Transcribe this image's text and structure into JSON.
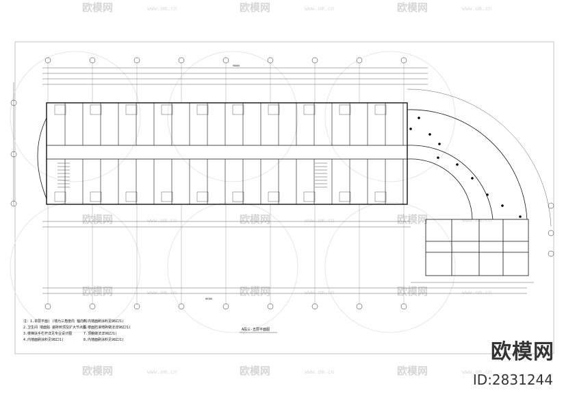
{
  "drawing": {
    "title": "A段三-五层平面图",
    "top_overall_dim": "98800",
    "bottom_overall_dim": "86300",
    "notes": [
      "注：1.本层平面( )墙为三角度向  轴向的",
      "   2.卫生间 墙面贴 瓷砖到顶及扩大节点图",
      "   3.楼梯扶手栏杆详见专业设计图",
      "   4.内墙面刷涂料见98ZJ1(",
      "5.内墙面刷涂料见98ZJ1(",
      "6.楼面防滑地砖做法详98ZJ1(",
      "7.顶棚做法详98ZJ1(",
      "8.内墙面刷涂料见98ZJ1("
    ]
  },
  "watermark": {
    "brand": "欧模网",
    "url": "www.om.cn"
  },
  "corner_brand": {
    "name": "欧模网",
    "id": "ID:2831244"
  }
}
